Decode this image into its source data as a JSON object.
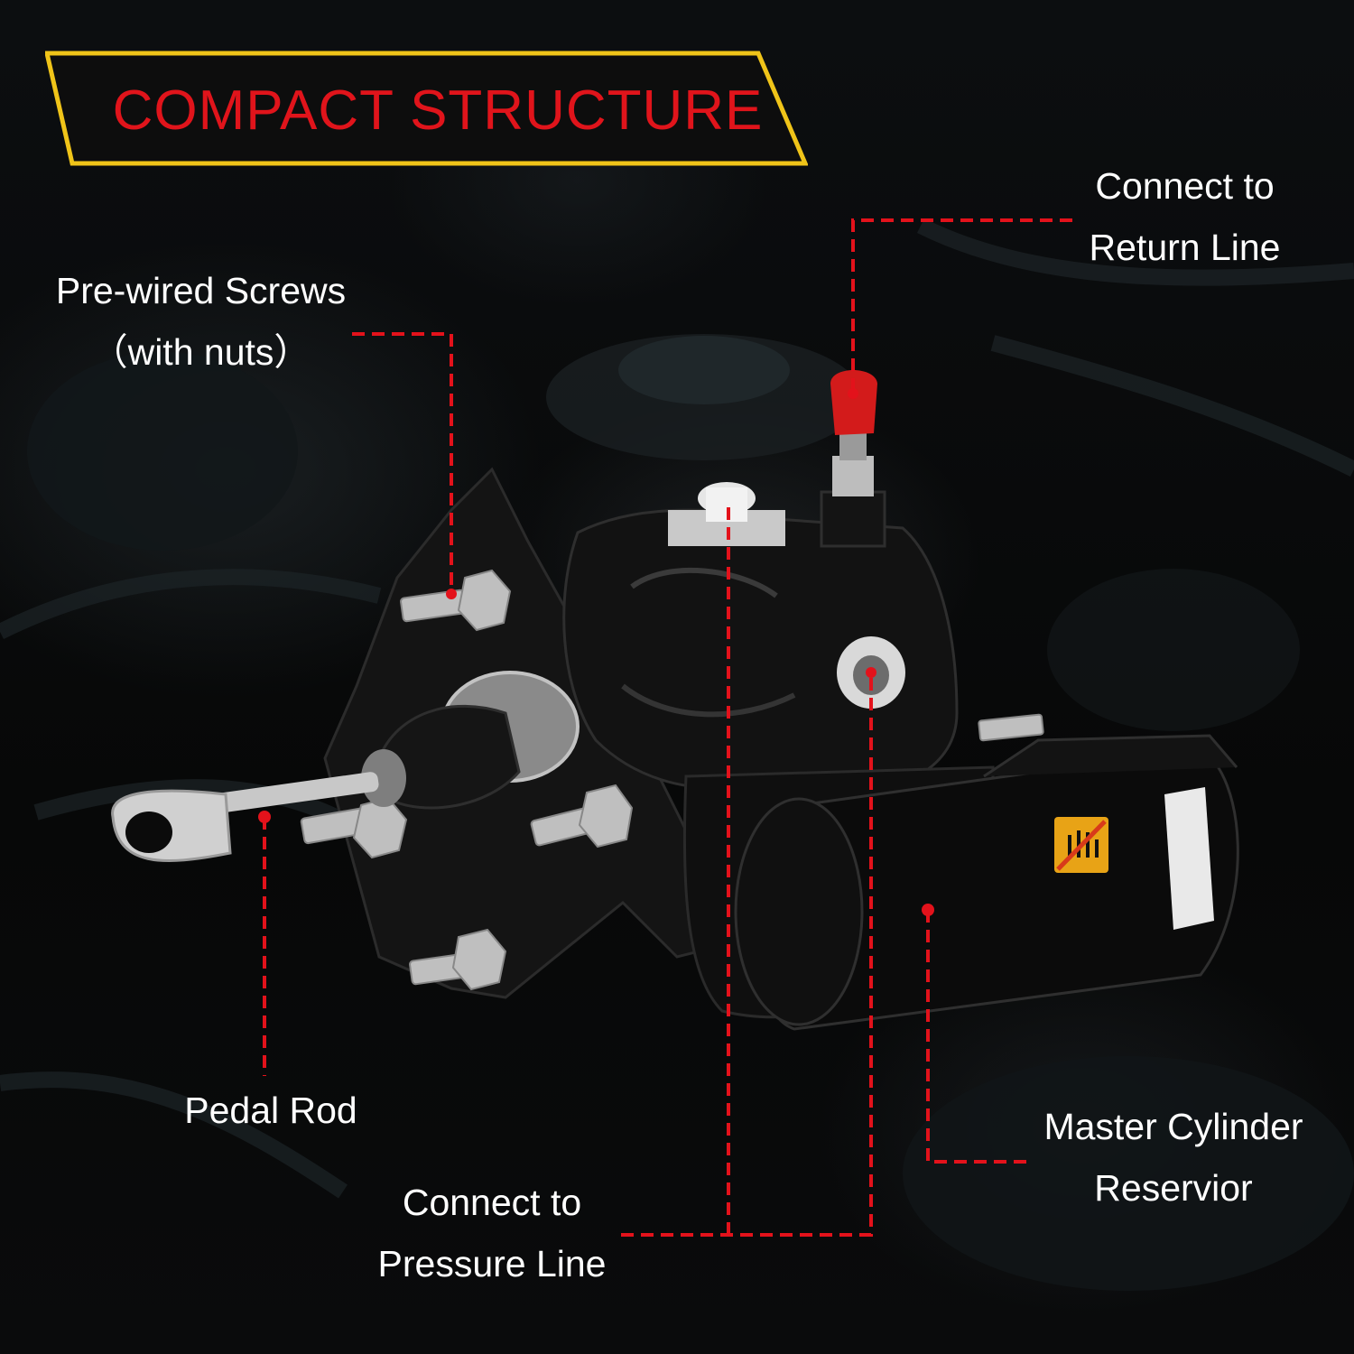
{
  "banner": {
    "title": "COMPACT STRUCTURE",
    "border_color": "#f0c419",
    "text_color": "#e0141b"
  },
  "callouts": {
    "return_line": {
      "line1": "Connect to",
      "line2": "Return Line"
    },
    "screws": {
      "line1": "Pre-wired Screws",
      "line2": "（with nuts）"
    },
    "pedal_rod": {
      "line1": "Pedal Rod"
    },
    "pressure_line": {
      "line1": "Connect to",
      "line2": "Pressure Line"
    },
    "reservoir": {
      "line1": "Master Cylinder",
      "line2": "Reservior"
    }
  },
  "colors": {
    "leader_line": "#e3121b",
    "label_text": "#ffffff",
    "background": "#050505"
  },
  "product_label": {
    "warning_icon": "do-not-touch-icon"
  }
}
